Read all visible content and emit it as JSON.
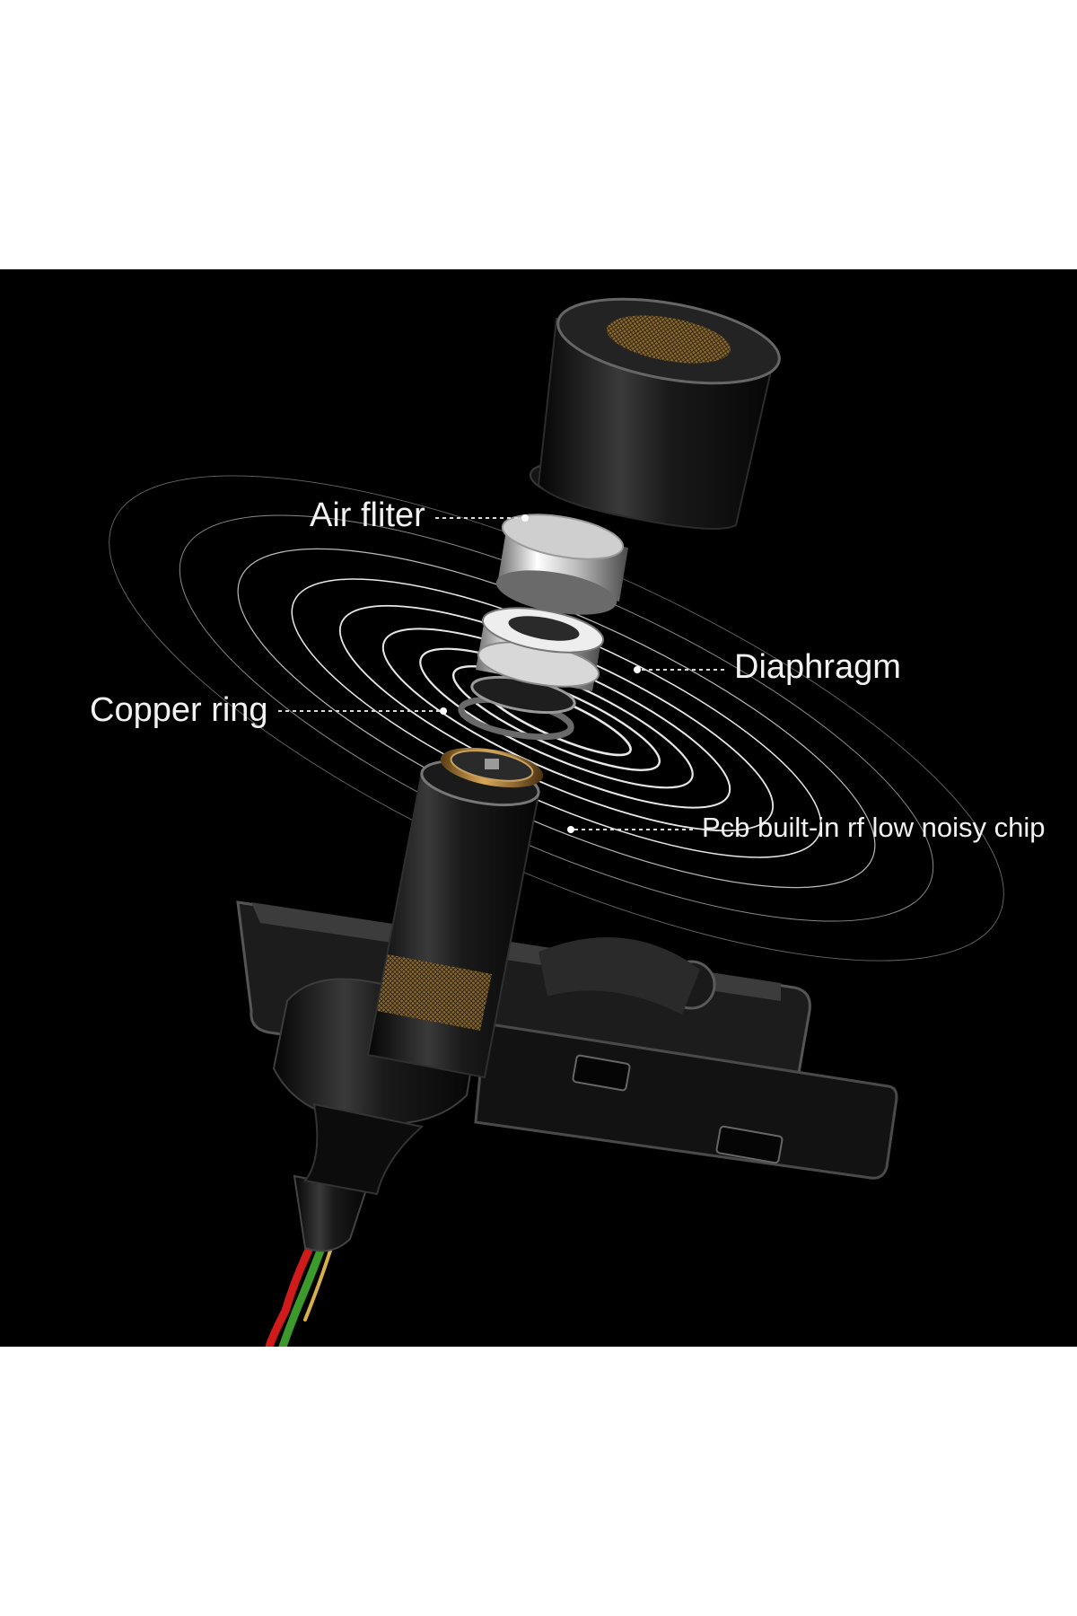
{
  "labels": {
    "air_filter": "Air fliter",
    "diaphragm": "Diaphragm",
    "copper_ring": "Copper ring",
    "pcb_chip": "Pcb built-in rf low noisy chip"
  },
  "colors": {
    "background": "#000000",
    "label_text": "#f2f2f2",
    "leader_line": "#d8d8d8",
    "copper": "#b8893e",
    "wire_red": "#d11a1a",
    "wire_green": "#3c9a2c"
  },
  "icons": {
    "microphone": "exploded-lavalier-microphone",
    "clip": "tie-clip",
    "waves": "sound-wave-rings"
  }
}
